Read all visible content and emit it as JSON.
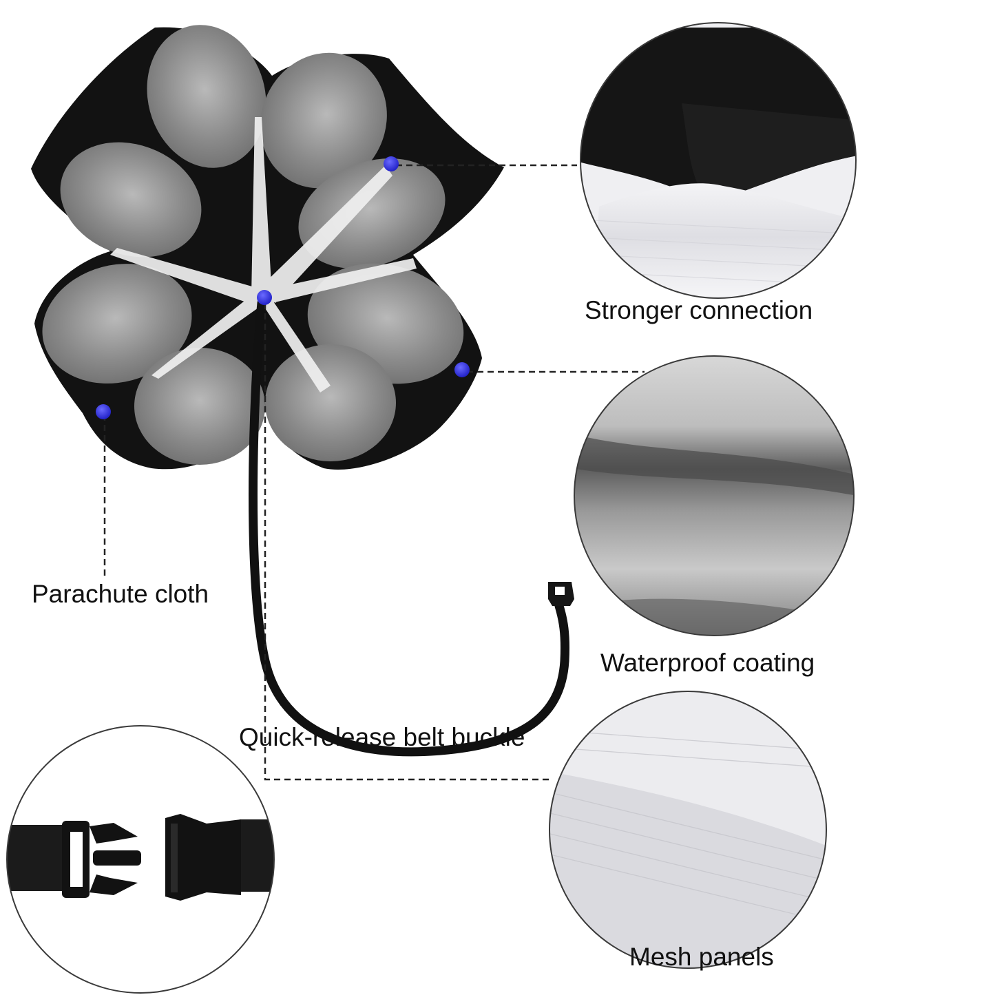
{
  "labels": {
    "stronger_connection": "Stronger connection",
    "parachute_cloth": "Parachute cloth",
    "waterproof_coating": "Waterproof coating",
    "quick_release_buckle": "Quick-release belt buckle",
    "mesh_panels": "Mesh panels"
  },
  "colors": {
    "marker": "#2b2bd6",
    "canopy_dark": "#111111",
    "canopy_silver": "#8c8c8c",
    "mesh": "#e9e9ee",
    "leader_line": "#222222"
  },
  "icons": {
    "parachute": "parachute-illustration",
    "buckle": "buckle-icon",
    "marker": "marker-dot-icon"
  }
}
